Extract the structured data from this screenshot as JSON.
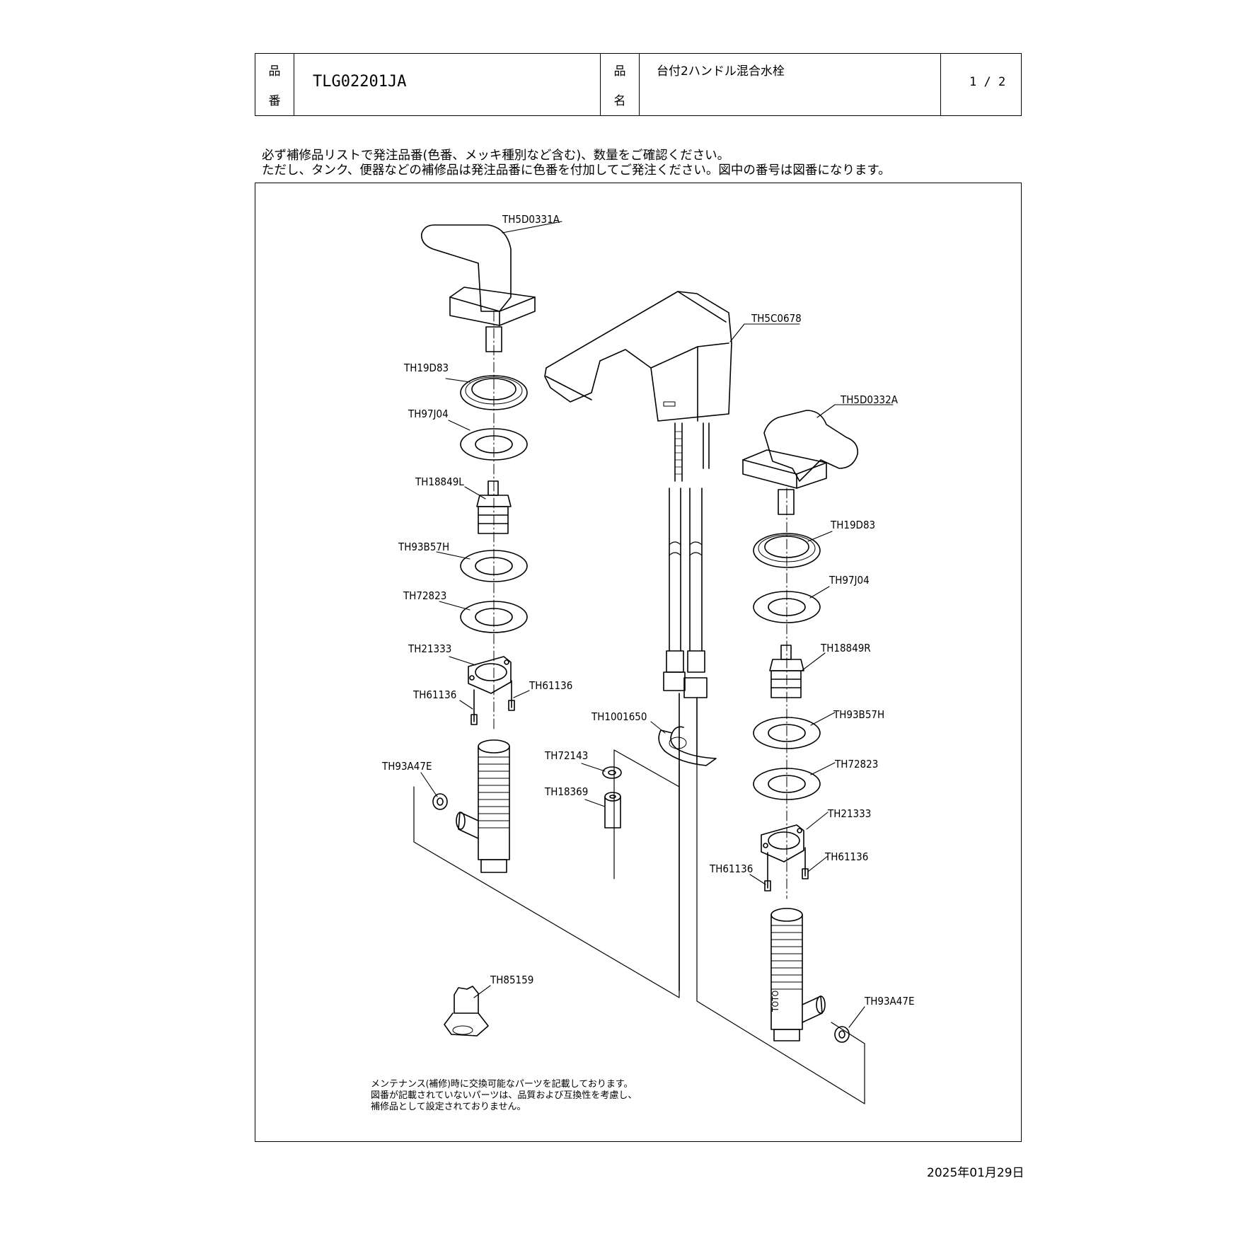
{
  "header": {
    "code_label_1": "品",
    "code_label_2": "番",
    "product_code": "TLG02201JA",
    "name_label_1": "品",
    "name_label_2": "名",
    "product_name": "台付2ハンドル混合水栓",
    "page": "1 / 2"
  },
  "notice": {
    "line1": "必ず補修品リストで発注品番(色番、メッキ種別など含む)、数量をご確認ください。",
    "line2": "ただし、タンク、便器などの補修品は発注品番に色番を付加してご発注ください。図中の番号は図番になります。"
  },
  "parts": {
    "handle_left": "TH5D0331A",
    "spout": "TH5C0678",
    "handle_right": "TH5D0332A",
    "ring_left": "TH19D83",
    "washer_left": "TH97J04",
    "cartridge_left": "TH18849L",
    "gasket_left": "TH93B57H",
    "packing_left": "TH72823",
    "flange_left": "TH21333",
    "screw_left_a": "TH61136",
    "screw_left_b": "TH61136",
    "packing_inlet_left": "TH93A47E",
    "ring_right": "TH19D83",
    "washer_right": "TH97J04",
    "cartridge_right": "TH18849R",
    "gasket_right": "TH93B57H",
    "packing_right": "TH72823",
    "flange_right": "TH21333",
    "screw_right_a": "TH61136",
    "screw_right_b": "TH61136",
    "packing_inlet_right": "TH93A47E",
    "clip": "TH1001650",
    "washer_small": "TH72143",
    "nut_small": "TH18369",
    "tool": "TH85159"
  },
  "footnote": {
    "line1": "メンテナンス(補修)時に交換可能なパーツを記載しております。",
    "line2": "図番が記載されていないパーツは、品質および互換性を考慮し、",
    "line3": "補修品として設定されておりません。"
  },
  "brand_mark": "TOTO",
  "date": "2025年01月29日"
}
